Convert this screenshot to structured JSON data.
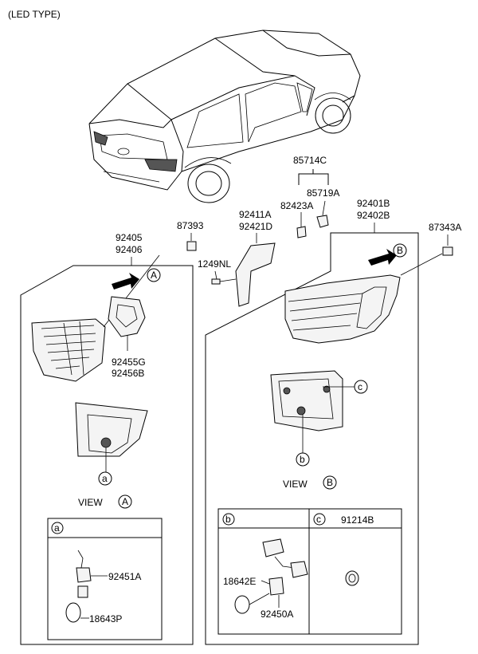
{
  "header": {
    "title": "(LED TYPE)"
  },
  "parts": {
    "p85714C": "85714C",
    "p85719A": "85719A",
    "p82423A": "82423A",
    "p92411A": "92411A",
    "p92421D": "92421D",
    "p87393": "87393",
    "p92405": "92405",
    "p92406": "92406",
    "p1249NL": "1249NL",
    "p92401B": "92401B",
    "p92402B": "92402B",
    "p87343A": "87343A",
    "p92455G": "92455G",
    "p92456B": "92456B",
    "p92451A": "92451A",
    "p18643P": "18643P",
    "p18642E": "18642E",
    "p92450A": "92450A",
    "p91214B": "91214B"
  },
  "callouts": {
    "a": "a",
    "b": "b",
    "c": "c",
    "A": "A",
    "B": "B"
  },
  "views": {
    "view_label": "VIEW"
  }
}
